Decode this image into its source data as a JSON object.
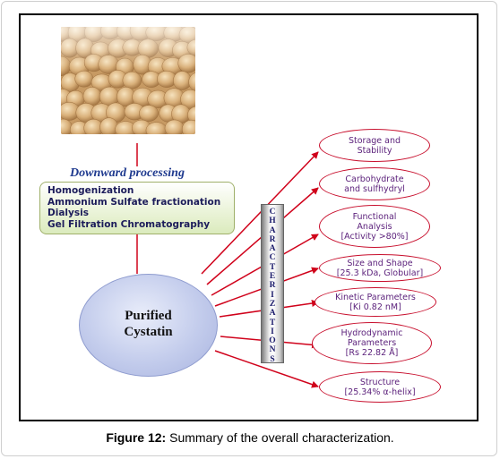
{
  "downward": {
    "title": "Downward processing",
    "steps": [
      "Homogenization",
      "Ammonium  Sulfate fractionation",
      "Dialysis",
      "Gel Filtration Chromatography"
    ]
  },
  "purified": {
    "line1": "Purified",
    "line2": "Cystatin"
  },
  "characterization_letters": [
    "C",
    "H",
    "A",
    "R",
    "A",
    "C",
    "T",
    "E",
    "R",
    "I",
    "Z",
    "A",
    "T",
    "I",
    "O",
    "N",
    "S"
  ],
  "ovals": [
    {
      "line1": "Storage and",
      "line2": "Stability"
    },
    {
      "line1": "Carbohydrate",
      "line2": "and sulfhydryl"
    },
    {
      "line1": "Functional",
      "line2": "Analysis",
      "line3": "[Activity >80%]"
    },
    {
      "line1": "Size and Shape",
      "line2": "[25.3 kDa, Globular]"
    },
    {
      "line1": "Kinetic Parameters",
      "line2": "[Ki 0.82 nM]"
    },
    {
      "line1": "Hydrodynamic",
      "line2": "Parameters",
      "line3": "[Rs 22.82 Å]"
    },
    {
      "line1": "Structure",
      "line2": "[25.34% α-helix]"
    }
  ],
  "caption": {
    "label": "Figure 12:",
    "text": " Summary of the overall characterization."
  },
  "colors": {
    "arrow": "#d0021b",
    "oval_border": "#c8102e",
    "oval_text": "#5a1f7a",
    "title": "#1f3a8f"
  }
}
